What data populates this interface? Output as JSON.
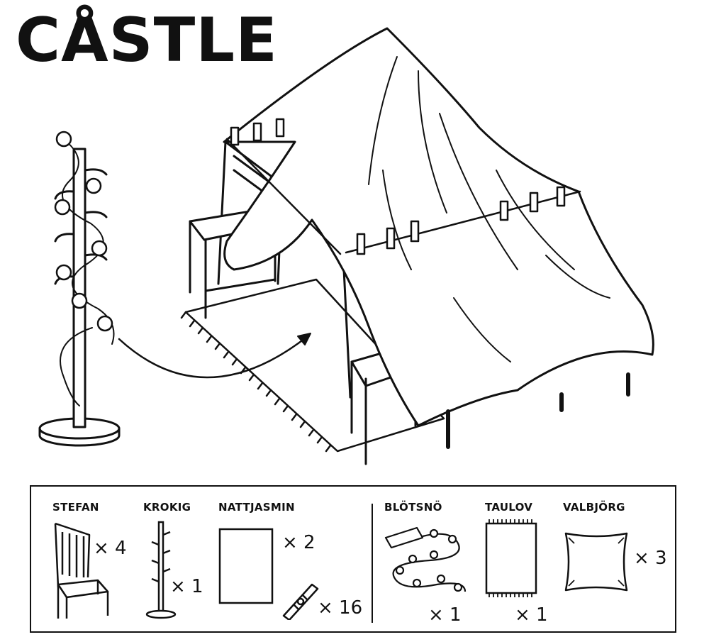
{
  "title": "CÅSTLE",
  "parts": [
    {
      "name": "STEFAN",
      "qty": "× 4"
    },
    {
      "name": "KROKIG",
      "qty": "× 1"
    },
    {
      "name": "NATTJASMIN",
      "qty": "× 2",
      "qty2": "× 16"
    },
    {
      "name": "BLÖTSNÖ",
      "qty": "× 1"
    },
    {
      "name": "TAULOV",
      "qty": "× 1"
    },
    {
      "name": "VALBJÖRG",
      "qty": "× 3"
    }
  ]
}
